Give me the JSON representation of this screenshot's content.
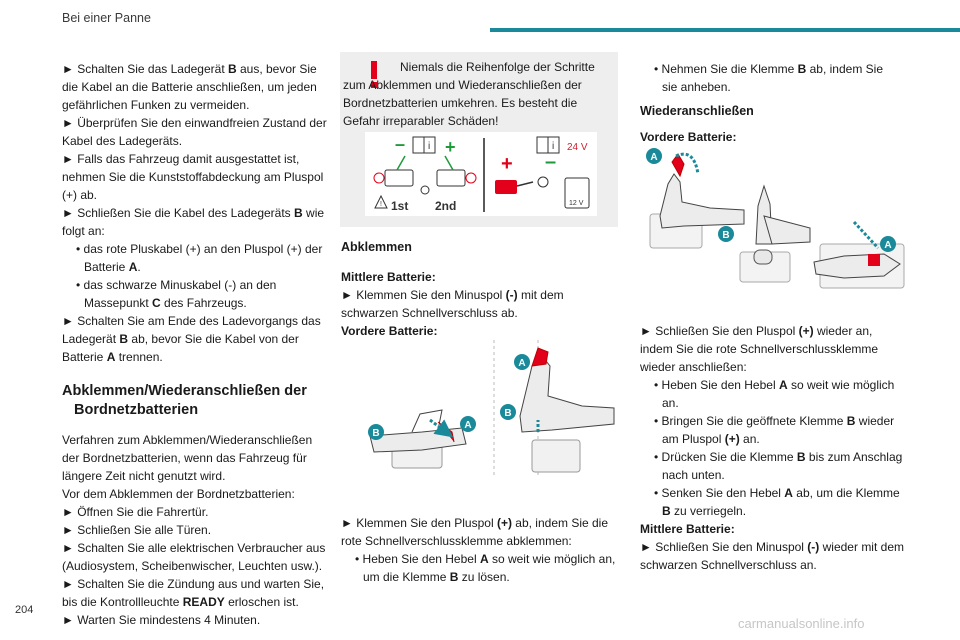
{
  "header": {
    "section": "Bei einer Panne",
    "accent_color": "#1a8a9a"
  },
  "page_number": "204",
  "watermark": "carmanualsonline.info",
  "left": {
    "p1_pre": "► Schalten Sie das Ladegerät ",
    "p1_b": "B",
    "p1_post": " aus, bevor Sie die Kabel an die Batterie anschließen, um jeden gefährlichen Funken zu vermeiden.",
    "p2": "► Überprüfen Sie den einwandfreien Zustand der Kabel des Ladegeräts.",
    "p3": "► Falls das Fahrzeug damit ausgestattet ist, nehmen Sie die Kunststoffabdeckung am Pluspol (+) ab.",
    "p4_pre": "► Schließen Sie die Kabel des Ladegeräts ",
    "p4_b": "B",
    "p4_post": " wie folgt an:",
    "b1_pre": "• das rote Pluskabel (+) an den Pluspol (+) der Batterie ",
    "b1_b": "A",
    "b1_post": ".",
    "b2_pre": "• das schwarze Minuskabel (-) an den Massepunkt ",
    "b2_b": "C",
    "b2_post": " des Fahrzeugs.",
    "p5_a": "► Schalten Sie am Ende des Ladevorgangs das Ladegerät ",
    "p5_b1": "B",
    "p5_c": " ab, bevor Sie die Kabel von der Batterie ",
    "p5_b2": "A",
    "p5_d": " trennen.",
    "heading": "Abklemmen/Wiederanschließen der Bordnetzbatterien",
    "intro1": "Verfahren zum Abklemmen/Wiederanschließen der Bordnetzbatterien, wenn das Fahrzeug für längere Zeit nicht genutzt wird.",
    "intro2": "Vor dem Abklemmen der Bordnetzbatterien:",
    "s1": "► Öffnen Sie die Fahrertür.",
    "s2": "► Schließen Sie alle Türen.",
    "s3": "► Schalten Sie alle elektrischen Verbraucher aus (Audiosystem, Scheibenwischer, Leuchten usw.).",
    "s4_pre": "► Schalten Sie die Zündung aus und warten Sie, bis die Kontrollleuchte ",
    "s4_b": "READY",
    "s4_post": " erloschen ist.",
    "s5": "► Warten Sie mindestens 4 Minuten."
  },
  "middle": {
    "warning_text": "Niemals die Reihenfolge der Schritte zum Abklemmen und Wiederanschließen der Bordnetzbatterien umkehren. Es besteht die Gefahr irreparabler Schäden!",
    "warn_color": "#e3001b",
    "diagram": {
      "label_1st": "1st",
      "label_2nd": "2nd",
      "volt24": "24 V",
      "volt12": "12 V"
    },
    "heading": "Abklemmen",
    "sub1": "Mittlere Batterie:",
    "t1_pre": "► Klemmen Sie den Minuspol ",
    "t1_b": "(-)",
    "t1_post": " mit dem schwarzen Schnellverschluss ab.",
    "sub2": "Vordere Batterie:",
    "fig_labels": [
      "A",
      "A",
      "B",
      "B"
    ],
    "t2_pre": "► Klemmen Sie den Pluspol ",
    "t2_b": "(+)",
    "t2_post": " ab, indem Sie die rote Schnellverschlussklemme abklemmen:",
    "t3_pre": "• Heben Sie den Hebel ",
    "t3_b1": "A",
    "t3_mid": " so weit wie möglich an, um die Klemme ",
    "t3_b2": "B",
    "t3_post": " zu lösen."
  },
  "right": {
    "r1_pre": "• Nehmen Sie die Klemme ",
    "r1_b": "B",
    "r1_post": " ab, indem Sie sie anheben.",
    "heading": "Wiederanschließen",
    "sub1": "Vordere Batterie:",
    "fig_labels": [
      "A",
      "B",
      "A"
    ],
    "r2_pre": "► Schließen Sie den Pluspol ",
    "r2_b": "(+)",
    "r2_post": " wieder an, indem Sie die rote Schnellverschlussklemme wieder anschließen:",
    "r3_pre": "• Heben Sie den Hebel ",
    "r3_b": "A",
    "r3_post": " so weit wie möglich an.",
    "r4_pre": "• Bringen Sie die geöffnete Klemme ",
    "r4_b": "B",
    "r4_mid": " wieder am Pluspol ",
    "r4_b2": "(+)",
    "r4_post": " an.",
    "r5_pre": "• Drücken Sie die Klemme ",
    "r5_b": "B",
    "r5_post": " bis zum Anschlag nach unten.",
    "r6_pre": "• Senken Sie den Hebel ",
    "r6_b": "A",
    "r6_mid": " ab, um die Klemme ",
    "r6_b2": "B",
    "r6_post": " zu verriegeln.",
    "sub2": "Mittlere Batterie:",
    "r7_pre": "► Schließen Sie den Minuspol ",
    "r7_b": "(-)",
    "r7_post": " wieder mit dem schwarzen Schnellverschluss an."
  }
}
